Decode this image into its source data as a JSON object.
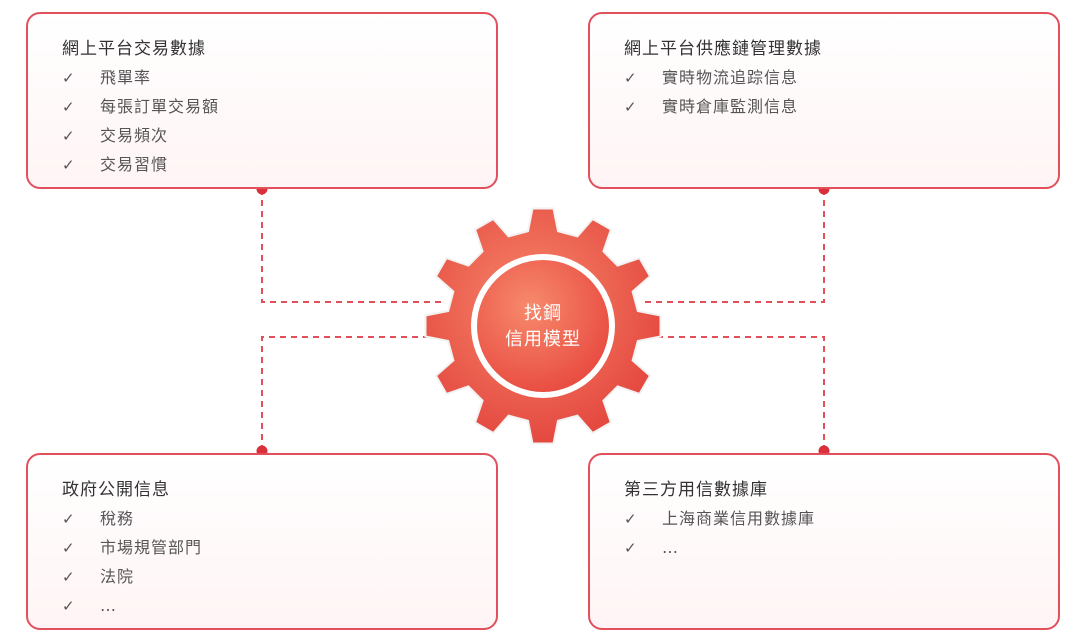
{
  "colors": {
    "accent": "#e2505c",
    "gear_light": "#f0745a",
    "gear_dark": "#e8453f",
    "box_fill": "#fff4f5"
  },
  "center": {
    "line1": "找鋼",
    "line2": "信用模型"
  },
  "boxes": {
    "top_left": {
      "title": "網上平台交易數據",
      "items": [
        "飛單率",
        "每張訂單交易額",
        "交易頻次",
        "交易習慣"
      ]
    },
    "top_right": {
      "title": "網上平台供應鏈管理數據",
      "items": [
        "實時物流追踪信息",
        "實時倉庫監測信息"
      ]
    },
    "bottom_left": {
      "title": "政府公開信息",
      "items": [
        "稅務",
        "市場規管部門",
        "法院",
        "…"
      ]
    },
    "bottom_right": {
      "title": "第三方用信數據庫",
      "items": [
        "上海商業信用數據庫",
        "…"
      ]
    }
  },
  "check_glyph": "✓"
}
